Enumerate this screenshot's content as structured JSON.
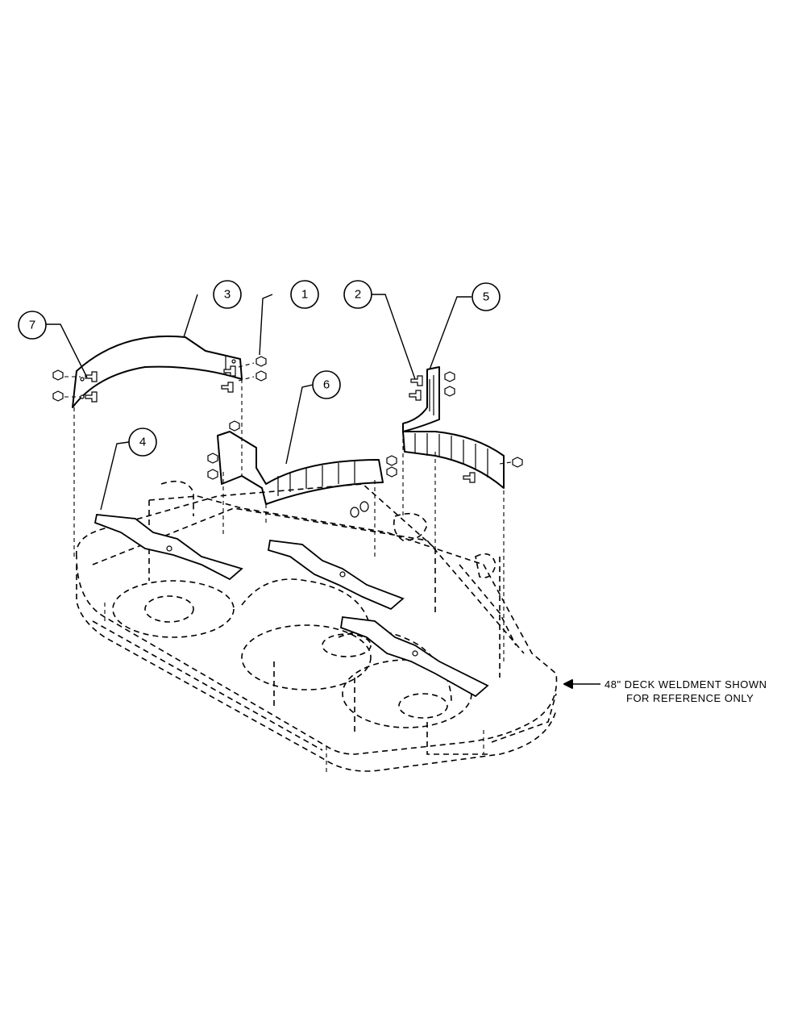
{
  "balloons": [
    {
      "id": "7",
      "label": "7"
    },
    {
      "id": "3",
      "label": "3"
    },
    {
      "id": "1",
      "label": "1"
    },
    {
      "id": "2",
      "label": "2"
    },
    {
      "id": "5",
      "label": "5"
    },
    {
      "id": "6",
      "label": "6"
    },
    {
      "id": "4",
      "label": "4"
    }
  ],
  "note": {
    "line1": "48\" DECK WELDMENT SHOWN",
    "line2": "FOR REFERENCE ONLY"
  }
}
